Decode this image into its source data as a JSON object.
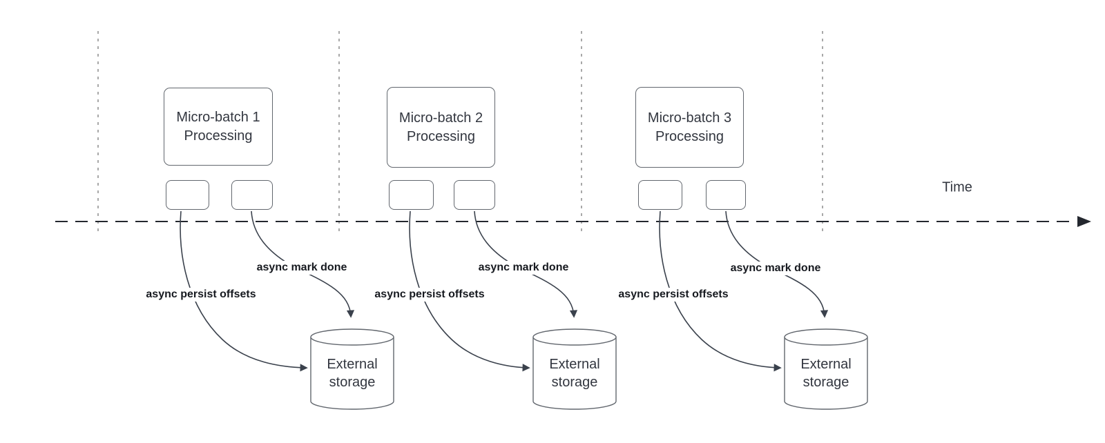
{
  "colors": {
    "guide": "#a8a8a8",
    "timeline": "#23272e",
    "edge": "#3a414c",
    "border": "#61666d",
    "shape_text": "#32363f",
    "label_text": "#16191f"
  },
  "time_label": "Time",
  "batches": [
    {
      "box_label": "Micro-batch 1 Processing",
      "persist_arrow_label": "async persist offsets",
      "done_arrow_label": "async mark done",
      "storage_label": "External storage"
    },
    {
      "box_label": "Micro-batch 2 Processing",
      "persist_arrow_label": "async persist offsets",
      "done_arrow_label": "async mark done",
      "storage_label": "External storage"
    },
    {
      "box_label": "Micro-batch 3 Processing",
      "persist_arrow_label": "async persist offsets",
      "done_arrow_label": "async mark done",
      "storage_label": "External storage"
    }
  ]
}
